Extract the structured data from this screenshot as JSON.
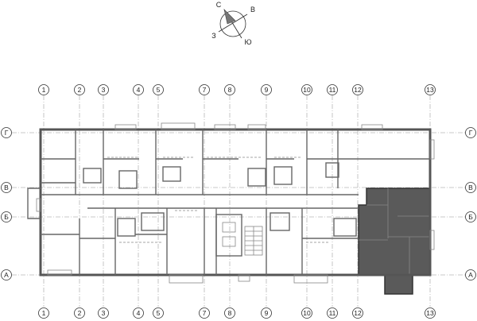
{
  "compass": {
    "north": "С",
    "east": "В",
    "south": "Ю",
    "west": "З"
  },
  "axes": {
    "vertical": [
      "1",
      "2",
      "3",
      "4",
      "5",
      "7",
      "8",
      "9",
      "10",
      "11",
      "12",
      "13"
    ],
    "horizontal": [
      "Г",
      "В",
      "Б",
      "А"
    ]
  },
  "colors": {
    "highlight": "#5a5a5a",
    "wall": "#555555",
    "axis": "#b8b8b8"
  }
}
